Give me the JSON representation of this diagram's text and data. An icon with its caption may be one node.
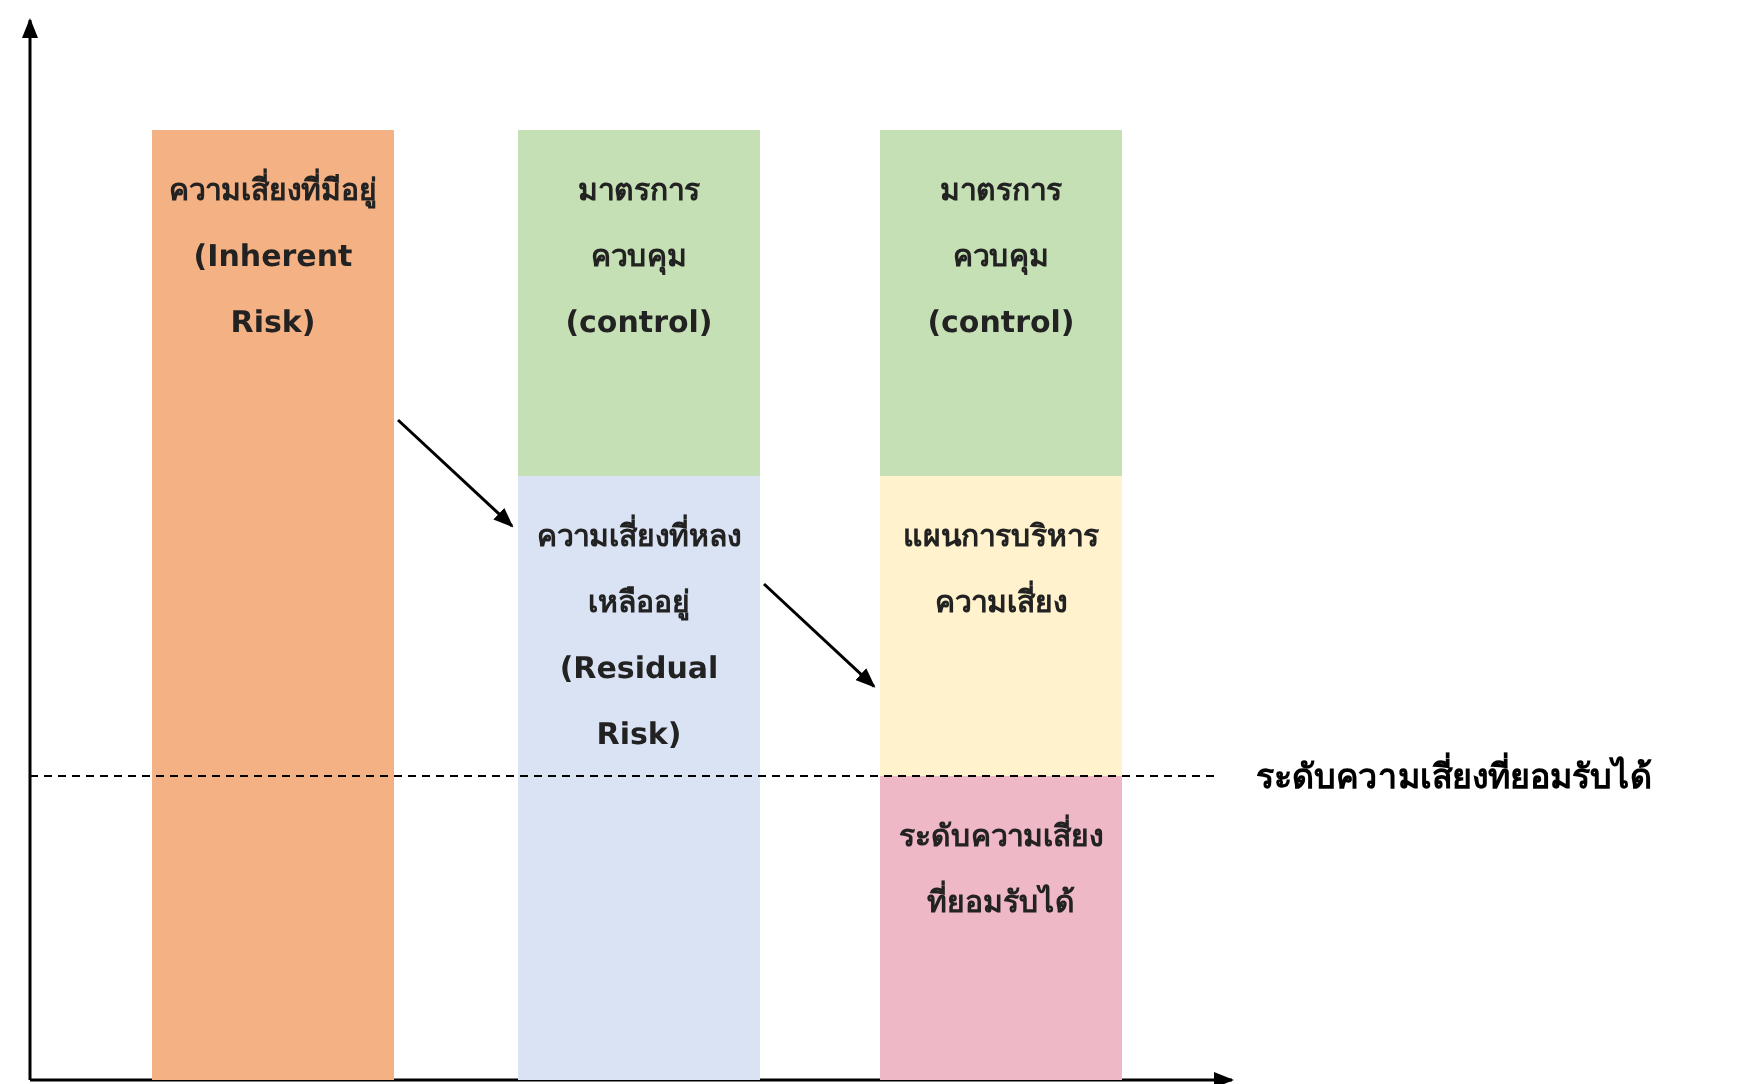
{
  "diagram": {
    "nodes": [
      {
        "text": [
          "ความเสี่ยงที่มีอยู่ (Inherent Risk)"
        ]
      },
      {
        "text": [
          "มาตรการควบคุม (control)"
        ]
      },
      {
        "text": [
          "ความเสี่ยงที่หลงเหลืออยู่ (Residual Risk)"
        ]
      },
      {
        "text": [
          "มาตรการควบคุม (control)"
        ]
      },
      {
        "text": [
          "แผนการบริหารความเสี่ยง"
        ]
      },
      {
        "text": [
          "ระดับความเสี่ยงที่ยอมรับได้"
        ]
      }
    ],
    "edges": [
      {
        "from": 0,
        "to": 2,
        "arrow": "to"
      },
      {
        "from": 2,
        "to": 4,
        "arrow": "to"
      }
    ],
    "labels": [
      "ระดับความเสี่ยงที่ยอมรับได้"
    ]
  }
}
